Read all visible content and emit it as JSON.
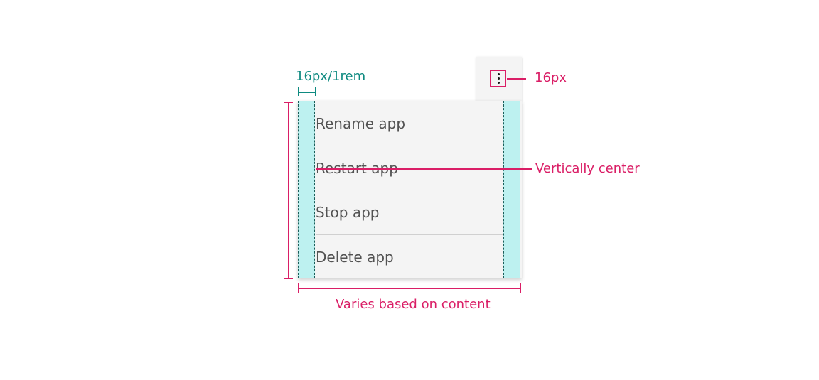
{
  "menu": {
    "items": [
      {
        "label": "Rename app"
      },
      {
        "label": "Restart app"
      },
      {
        "label": "Stop app"
      },
      {
        "label": "Delete app"
      }
    ]
  },
  "annotations": {
    "padding_label": "16px/1rem",
    "icon_size_label": "16px",
    "vertical_center_label": "Vertically center",
    "width_label": "Varies based on content"
  },
  "colors": {
    "annotation_pink": "#da1e66",
    "annotation_teal": "#0e8a80",
    "padding_fill": "#bdf1f0",
    "menu_background": "#f4f4f4",
    "menu_text": "#525252"
  },
  "icons": {
    "trigger": "overflow-menu-vertical-icon"
  }
}
